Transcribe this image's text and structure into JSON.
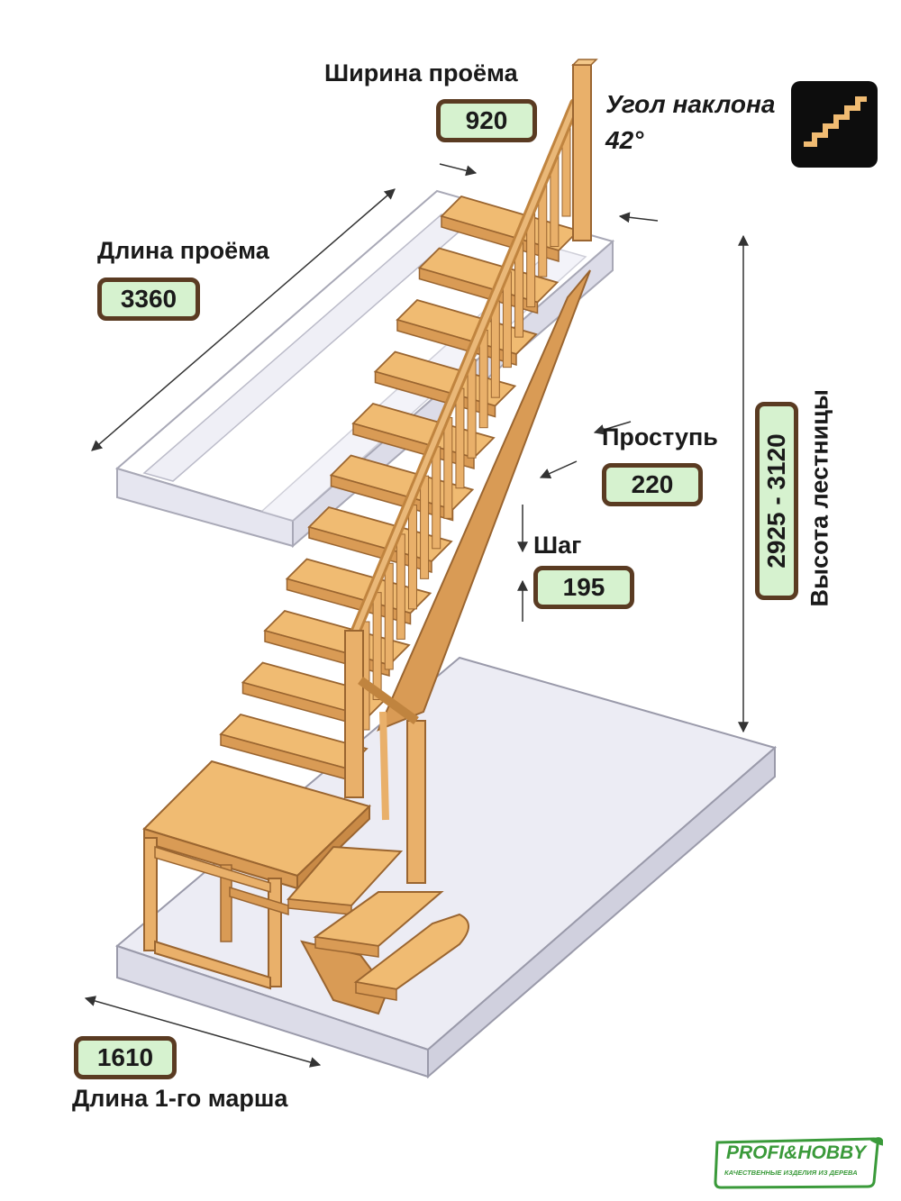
{
  "labels": {
    "opening_width": "Ширина проёма",
    "opening_length": "Длина проёма",
    "angle": "Угол наклона",
    "tread": "Проступь",
    "step": "Шаг",
    "height": "Высота лестницы",
    "first_flight": "Длина 1-го марша"
  },
  "values": {
    "opening_width": "920",
    "opening_length": "3360",
    "angle": "42°",
    "tread": "220",
    "step": "195",
    "height": "2925 - 3120",
    "first_flight": "1610"
  },
  "logo": {
    "name": "PROFI&HOBBY",
    "tagline": "КАЧЕСТВЕННЫЕ ИЗДЕЛИЯ ИЗ ДЕРЕВА"
  },
  "colors": {
    "wood": "#e9b06a",
    "wood_dark": "#b97a3a",
    "glass": "#e8e8f2",
    "glass_edge": "#9a9aaa",
    "value_bg": "#d6f2cf",
    "value_border": "#5a3b22",
    "logo_green": "#3a9a3a"
  },
  "stairs": {
    "upper_flight_steps": 11,
    "winder_steps": 3
  }
}
